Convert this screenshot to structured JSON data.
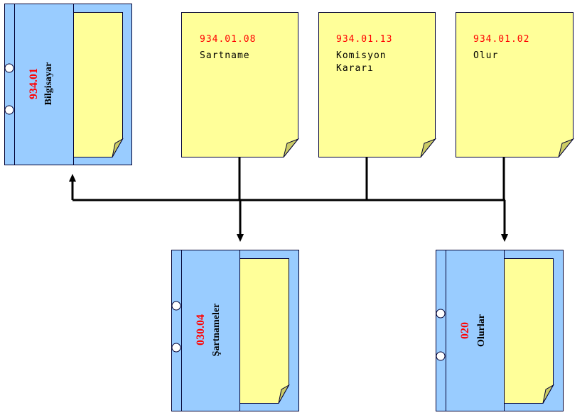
{
  "folders": [
    {
      "id": "bilgisayar",
      "code": "934.01",
      "name": "Bilgisayar"
    },
    {
      "id": "sartnameler",
      "code": "030.04",
      "name": "Şartnameler"
    },
    {
      "id": "olurlar",
      "code": "020",
      "name": "Olurlar"
    }
  ],
  "documents": [
    {
      "id": "sartname",
      "code": "934.01.08",
      "title_lines": [
        "Sartname"
      ]
    },
    {
      "id": "komisyon",
      "code": "934.01.13",
      "title_lines": [
        "Komisyon",
        "Kararı"
      ]
    },
    {
      "id": "olur",
      "code": "934.01.02",
      "title_lines": [
        "Olur"
      ]
    }
  ],
  "colors": {
    "folder_fill": "#99ccff",
    "page_fill": "#ffff99",
    "fold_fill": "#cccc66",
    "outline": "#000033",
    "code_text": "#ff0000",
    "line": "#000000"
  }
}
